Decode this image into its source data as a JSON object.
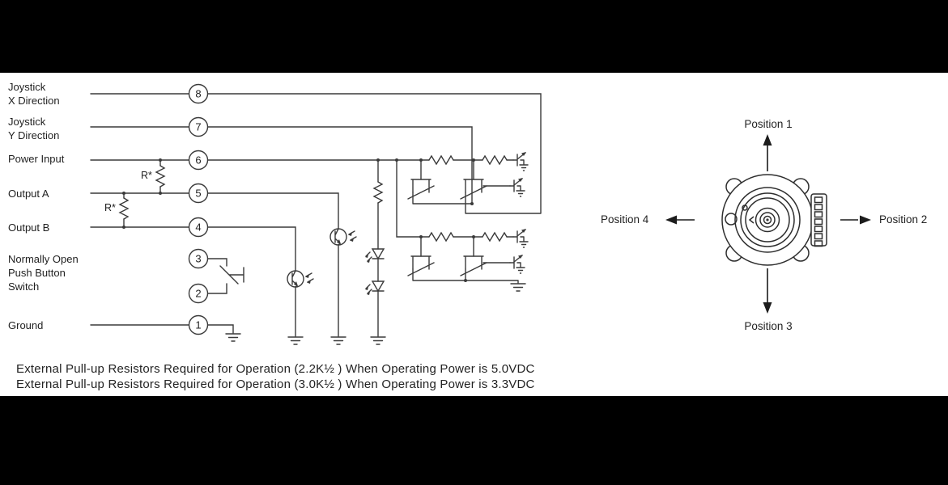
{
  "schematic": {
    "pin_rows": {
      "joystick_x": {
        "line1": "Joystick",
        "line2": "X Direction"
      },
      "joystick_y": {
        "line1": "Joystick",
        "line2": "Y Direction"
      },
      "power_input": "Power Input",
      "output_a": "Output A",
      "output_b": "Output B",
      "push_button": {
        "line1": "Normally Open",
        "line2": "Push Button",
        "line3": "Switch"
      },
      "ground": "Ground"
    },
    "pins": {
      "p1": "1",
      "p2": "2",
      "p3": "3",
      "p4": "4",
      "p5": "5",
      "p6": "6",
      "p7": "7",
      "p8": "8"
    },
    "resistor_labels": {
      "r1": "R*",
      "r2": "R*"
    },
    "notes": {
      "line1": "External Pull-up Resistors Required for Operation (2.2K½ ) When Operating Power is 5.0VDC",
      "line2": "External Pull-up Resistors Required for Operation (3.0K½ ) When Operating Power is 3.3VDC"
    }
  },
  "joystick_view": {
    "positions": {
      "p1": "Position 1",
      "p2": "Position 2",
      "p3": "Position 3",
      "p4": "Position 4"
    }
  },
  "colors": {
    "line": "#3a3a3a",
    "text": "#1f1f1f",
    "background": "#ffffff",
    "letterbox": "#000000"
  }
}
